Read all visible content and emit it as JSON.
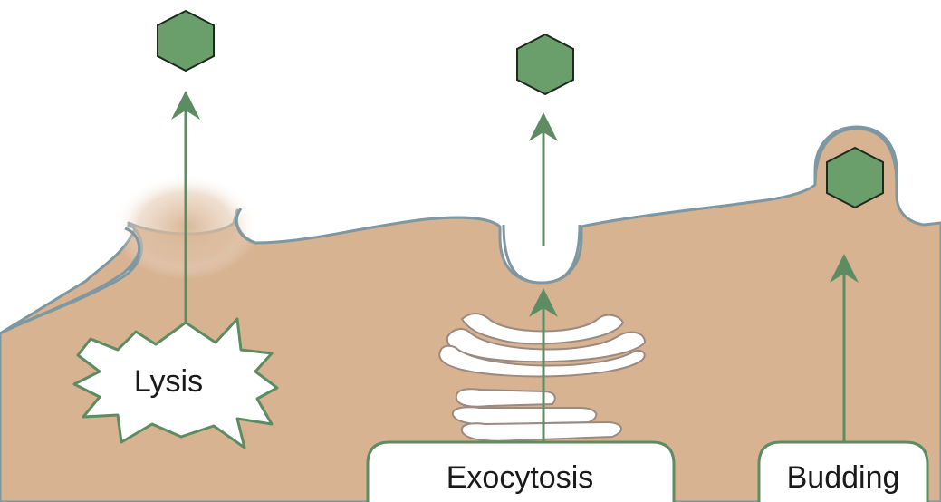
{
  "labels": {
    "lysis": "Lysis",
    "exocytosis": "Exocytosis",
    "budding": "Budding"
  },
  "colors": {
    "cytoplasm": "#d7b392",
    "membrane_line": "#7e97a0",
    "virion_fill": "#6a9e6b",
    "virion_stroke": "#1e2a1e",
    "arrow": "#5e8c62",
    "label_border": "#5e8c62",
    "organelle_stroke": "#9a8a80"
  },
  "icons": {
    "virion": "hexagon-icon",
    "arrow": "arrow-up-icon"
  }
}
